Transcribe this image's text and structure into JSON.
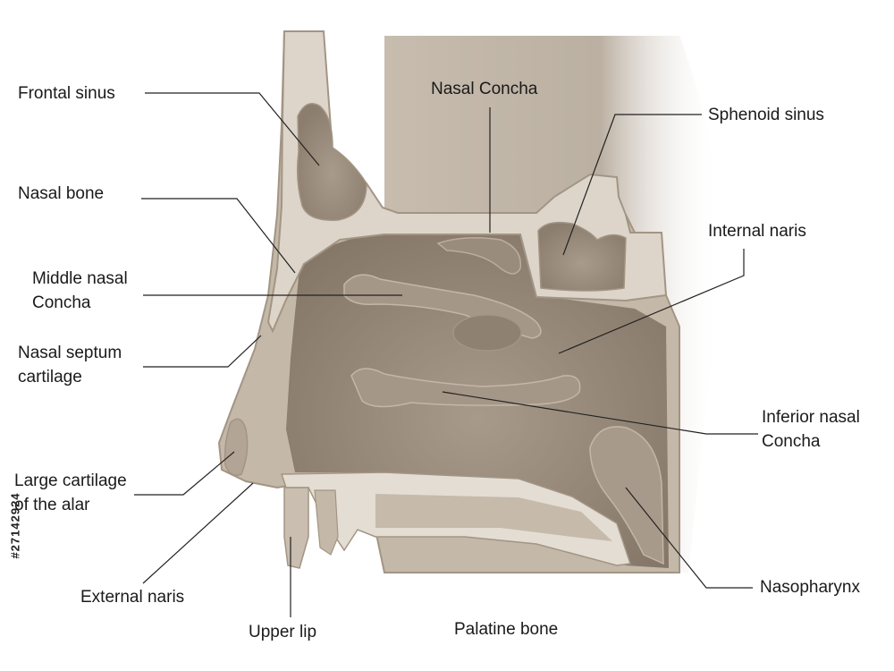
{
  "labels": {
    "frontal_sinus": "Frontal sinus",
    "nasal_concha": "Nasal Concha",
    "sphenoid_sinus": "Sphenoid sinus",
    "nasal_bone": "Nasal bone",
    "internal_naris": "Internal naris",
    "middle_nasal_concha": [
      "Middle nasal",
      "Concha"
    ],
    "nasal_septum_cartilage": [
      "Nasal septum",
      "cartilage"
    ],
    "inferior_nasal_concha": [
      "Inferior nasal",
      "Concha"
    ],
    "large_cartilage_alar": [
      "Large cartilage",
      "of the alar"
    ],
    "external_naris": "External naris",
    "nasopharynx": "Nasopharynx",
    "upper_lip": "Upper lip",
    "palatine_bone": "Palatine bone"
  },
  "stock_id": "#27142924",
  "colors": {
    "cavity": "#b5a99a",
    "bone": "#ddd5ca",
    "bone_edge": "#a39584",
    "deep": "#8e8070",
    "soft_tissue": "#c9beb0",
    "leader_line": "#222222"
  }
}
